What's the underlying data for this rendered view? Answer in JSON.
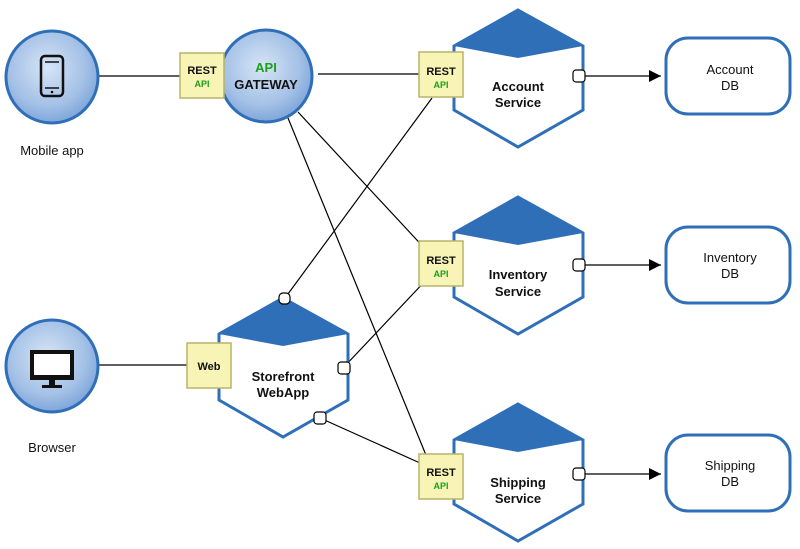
{
  "clients": {
    "mobile": {
      "label": "Mobile app",
      "icon": "mobile-phone-icon"
    },
    "browser": {
      "label": "Browser",
      "icon": "monitor-icon"
    }
  },
  "gateway": {
    "line1": "API",
    "line2": "GATEWAY"
  },
  "badges": {
    "rest": "REST",
    "api": "API",
    "web": "Web"
  },
  "services": {
    "account": {
      "line1": "Account",
      "line2": "Service"
    },
    "inventory": {
      "line1": "Inventory",
      "line2": "Service"
    },
    "shipping": {
      "line1": "Shipping",
      "line2": "Service"
    },
    "storefront": {
      "line1": "Storefront",
      "line2": "WebApp"
    }
  },
  "databases": {
    "account": {
      "line1": "Account",
      "line2": "DB"
    },
    "inventory": {
      "line1": "Inventory",
      "line2": "DB"
    },
    "shipping": {
      "line1": "Shipping",
      "line2": "DB"
    }
  },
  "colors": {
    "blue_dark": "#2f6fb8",
    "blue_light": "#a9c4e8",
    "badge_fill": "#f7f4b5",
    "badge_border": "#b9b36a",
    "api_green": "#1aa01a"
  }
}
